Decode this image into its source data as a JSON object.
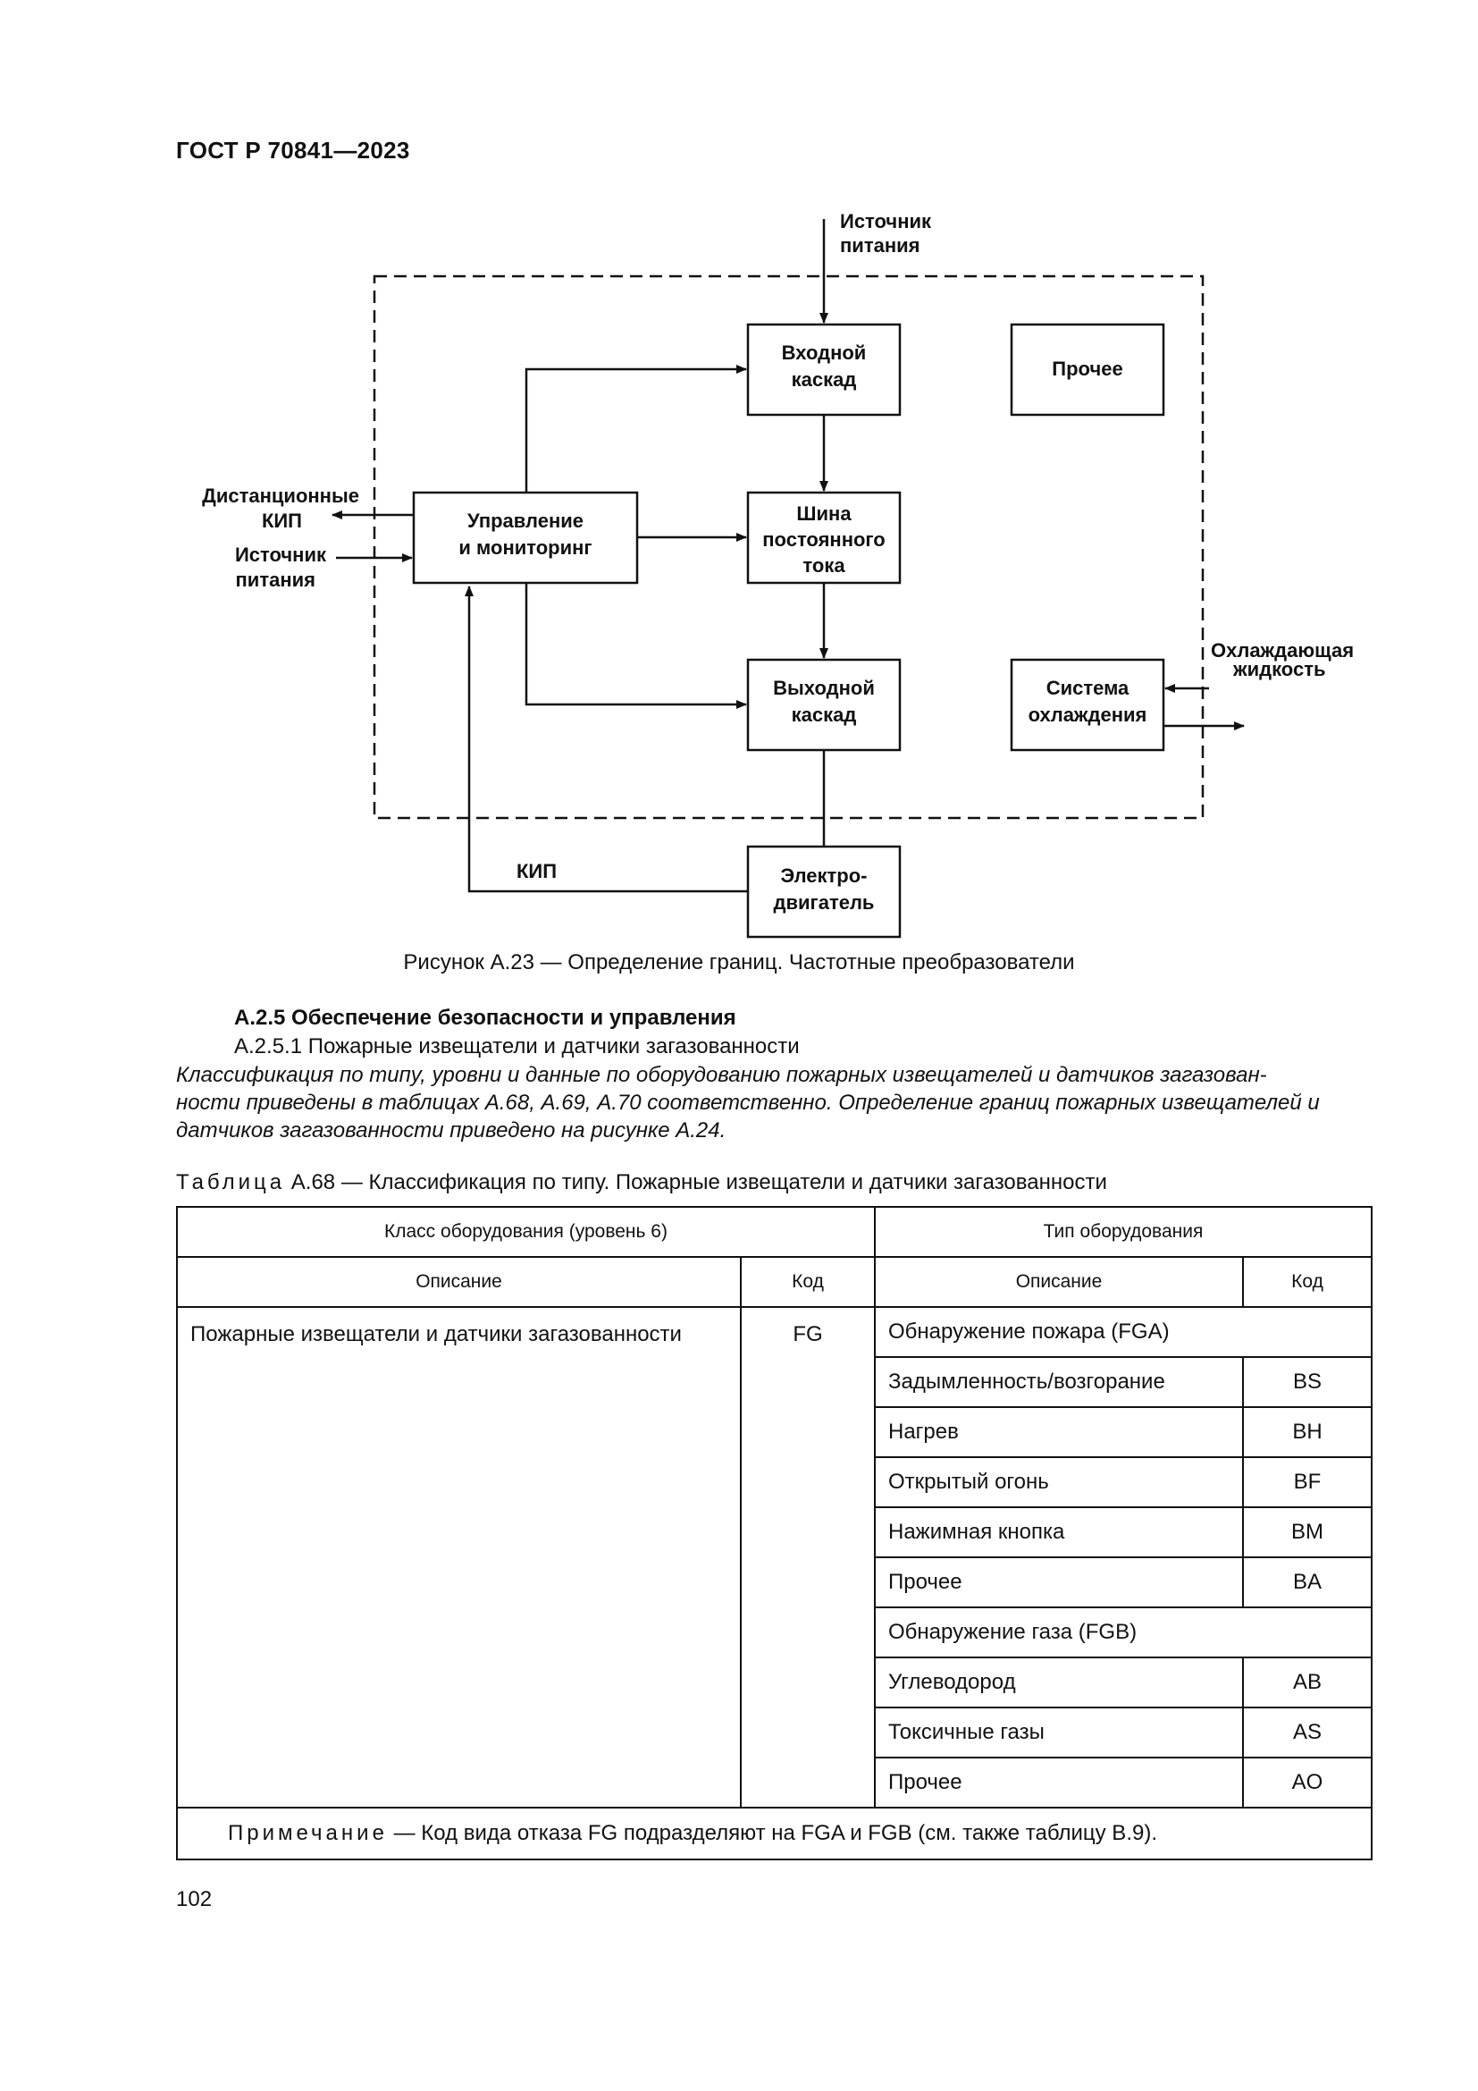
{
  "header": "ГОСТ Р 70841—2023",
  "figure": {
    "power_source_top": [
      "Источник",
      "питания"
    ],
    "input_stage": [
      "Входной",
      "каскад"
    ],
    "other": "Прочее",
    "control": [
      "Управление",
      "и мониторинг"
    ],
    "dc_bus": [
      "Шина",
      "постоянного",
      "тока"
    ],
    "remote_instr": [
      "Дистанционные",
      "КИП"
    ],
    "power_source_left": [
      "Источник",
      "питания"
    ],
    "coolant": [
      "Охлаждающая",
      "жидкость"
    ],
    "output_stage": [
      "Выходной",
      "каскад"
    ],
    "cooling": [
      "Система",
      "охлаждения"
    ],
    "kip": "КИП",
    "motor": [
      "Электро-",
      "двигатель"
    ],
    "caption": "Рисунок А.23 — Определение границ. Частотные преобразователи"
  },
  "text": {
    "section": "А.2.5  Обеспечение безопасности и управления",
    "subsection": "А.2.5.1  Пожарные извещатели и датчики загазованности",
    "italic_lines": [
      "Классификация по типу, уровни и данные по оборудованию пожарных извещателей и датчиков загазован-",
      "ности приведены в таблицах А.68, А.69, А.70 соответственно. Определение границ пожарных извещателей и",
      "датчиков загазованности приведено на рисунке А.24."
    ],
    "table_caption_word": "Таблица",
    "table_caption_rest": " А.68 — Классификация по типу. Пожарные извещатели и датчики загазованности"
  },
  "table": {
    "h_class": "Класс оборудования (уровень 6)",
    "h_type": "Тип оборудования",
    "h_desc1": "Описание",
    "h_code1": "Код",
    "h_desc2": "Описание",
    "h_code2": "Код",
    "class_desc": "Пожарные извещатели и датчики загазованности",
    "class_code": "FG",
    "group_fga": "Обнаружение пожара (FGA)",
    "fga_rows": [
      {
        "desc": "Задымленность/возгорание",
        "code": "BS"
      },
      {
        "desc": "Нагрев",
        "code": "BH"
      },
      {
        "desc": "Открытый огонь",
        "code": "BF"
      },
      {
        "desc": "Нажимная кнопка",
        "code": "BM"
      },
      {
        "desc": "Прочее",
        "code": "BA"
      }
    ],
    "group_fgb": "Обнаружение газа (FGB)",
    "fgb_rows": [
      {
        "desc": "Углеводород",
        "code": "AB"
      },
      {
        "desc": "Токсичные газы",
        "code": "AS"
      },
      {
        "desc": "Прочее",
        "code": "AO"
      }
    ],
    "note_word": "Примечание",
    "note_rest": " — Код вида отказа FG подразделяют на FGA и FGB (см. также таблицу В.9)."
  },
  "page_number": "102"
}
